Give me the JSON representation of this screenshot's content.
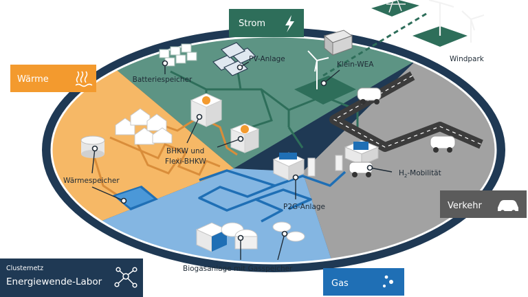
{
  "sectors": {
    "strom": "Strom",
    "waerme": "Wärme",
    "verkehr": "Verkehr",
    "gas": "Gas"
  },
  "labels": {
    "batteriespeicher": "Batteriespeicher",
    "pv_anlage": "PV-Anlage",
    "klein_wea": "Klein-WEA",
    "windpark": "Windpark",
    "bhkw_line1": "BHKW und",
    "bhkw_line2": "Flexi-BHKW",
    "waermespeicher": "Wärmespeicher",
    "h2_prefix": "H",
    "h2_sub": "2",
    "h2_suffix": "-Mobilität",
    "p2g": "P2G-Anlage",
    "biogas": "Biogasanlage mit Gasspeicher"
  },
  "cluster": {
    "line1": "Clusternetz",
    "line2": "Energiewende-Labor"
  },
  "colors": {
    "strom": "#2e6e5a",
    "strom_area": "#5d9484",
    "waerme": "#f39a2e",
    "waerme_area": "#f6b866",
    "verkehr": "#5b5b5b",
    "verkehr_area": "#9c9c9c",
    "gas": "#1f6fb5",
    "gas_area": "#7fb2de",
    "ring": "#1f3954",
    "cluster_bg": "#1f3954"
  },
  "icons": {
    "strom": "lightning-icon",
    "waerme": "heat-waves-icon",
    "verkehr": "car-icon",
    "gas": "gas-bubbles-icon",
    "cluster": "network-icon"
  }
}
